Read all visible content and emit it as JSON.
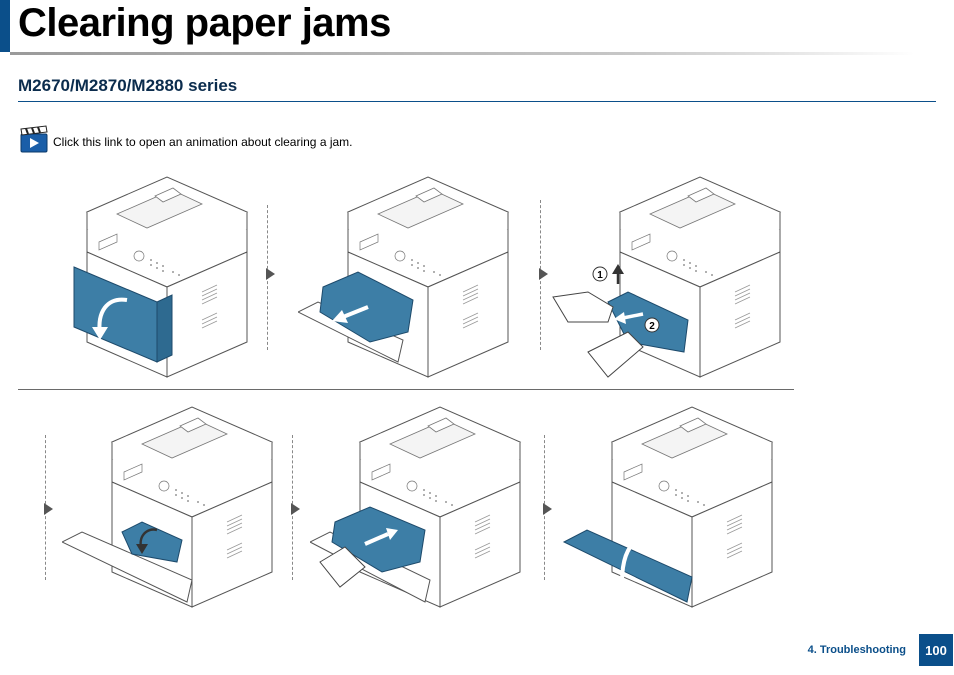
{
  "page": {
    "title": "Clearing paper jams",
    "section_heading": "M2670/M2870/M2880 series",
    "link_text": "Click this link to open an animation about clearing a jam.",
    "footer_section": "4. Troubleshooting",
    "page_number": "100"
  },
  "steps": [
    {
      "callouts": []
    },
    {
      "callouts": []
    },
    {
      "callouts": [
        "1",
        "2"
      ]
    },
    {
      "callouts": []
    },
    {
      "callouts": []
    },
    {
      "callouts": []
    }
  ],
  "colors": {
    "accent": "#0b4f8a",
    "part_highlight": "#3d7ea6",
    "line_art": "#555555"
  },
  "icons": [
    "animation-clapperboard-icon",
    "play-icon",
    "step-arrow-icon",
    "pull-arrow-icon"
  ]
}
